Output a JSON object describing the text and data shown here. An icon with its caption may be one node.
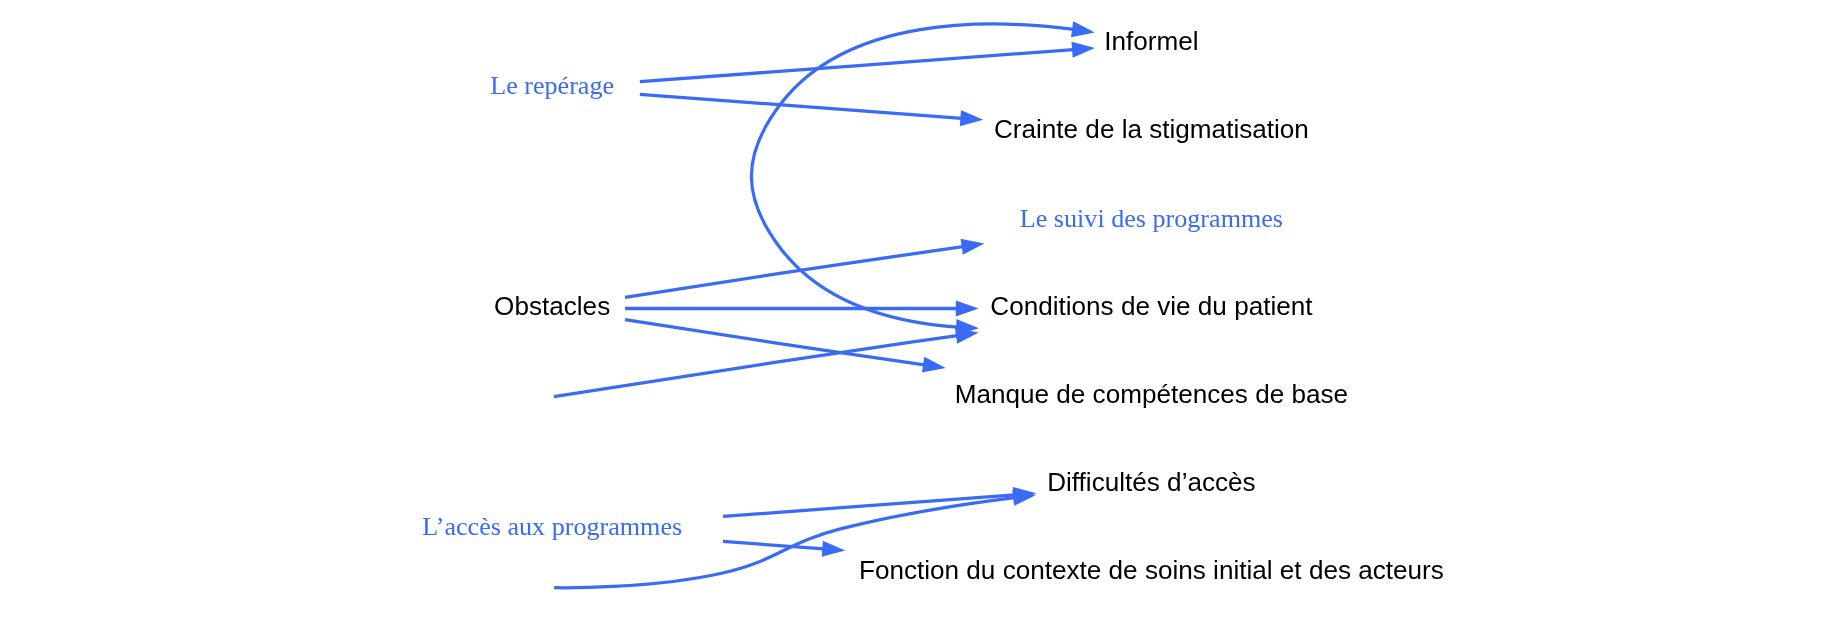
{
  "diagram": {
    "nodes": [
      {
        "text": [
          "L’accès aux programmes"
        ]
      },
      {
        "text": [
          "Difficultés d’accès"
        ]
      },
      {
        "text": [
          "Fonction du contexte de soins initial et des acteurs"
        ]
      },
      {
        "text": [
          "Le repérage"
        ]
      },
      {
        "text": [
          "Informel"
        ]
      },
      {
        "text": [
          "Crainte de la stigmatisation"
        ]
      },
      {
        "text": [
          "Le suivi des programmes"
        ]
      },
      {
        "text": [
          "Obstacles"
        ]
      },
      {
        "text": [
          "Conditions de vie du patient"
        ]
      },
      {
        "text": [
          "Manque de compétences de base"
        ]
      }
    ],
    "edges": [
      {
        "from": 0,
        "to": 1,
        "arrow": "to"
      },
      {
        "from": 0,
        "to": 2,
        "arrow": "to"
      },
      {
        "from": 3,
        "to": 4,
        "arrow": "to"
      },
      {
        "from": 3,
        "to": 5,
        "arrow": "to"
      },
      {
        "from": 4,
        "to": 8,
        "arrow": "both"
      },
      {
        "from": 7,
        "to": 6,
        "arrow": "to"
      },
      {
        "from": 7,
        "to": 8,
        "arrow": "to"
      },
      {
        "from": 7,
        "to": 9,
        "arrow": "to"
      },
      {
        "from": null,
        "to": 1,
        "arrow": "to"
      },
      {
        "from": null,
        "to": 8,
        "arrow": "to"
      }
    ]
  }
}
